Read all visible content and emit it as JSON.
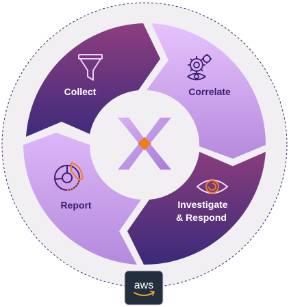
{
  "segments": [
    {
      "id": "collect",
      "label": "Collect",
      "icon": "funnel-icon"
    },
    {
      "id": "correlate",
      "label": "Correlate",
      "icon": "gears-eye-icon"
    },
    {
      "id": "investigate",
      "label_lines": [
        "Investigate",
        "& Respond"
      ],
      "icon": "eye-icon"
    },
    {
      "id": "report",
      "label": "Report",
      "icon": "pie-chart-icon"
    }
  ],
  "center": {
    "icon": "x-logo-icon"
  },
  "badge": {
    "text": "aws",
    "icon": "amazon-smile-icon"
  },
  "colors": {
    "ring": "#f1eff2",
    "dashed_border": "#2e2a6e",
    "dark_top": "#8d3e7e",
    "dark_bottom": "#3e2b7c",
    "light_top": "#e4c0fb",
    "light_bottom": "#b98de0",
    "label_on_dark": "#ffffff",
    "label_on_light": "#3b1d6e",
    "accent": "#f07e1b",
    "aws_badge": "#232f3e"
  }
}
